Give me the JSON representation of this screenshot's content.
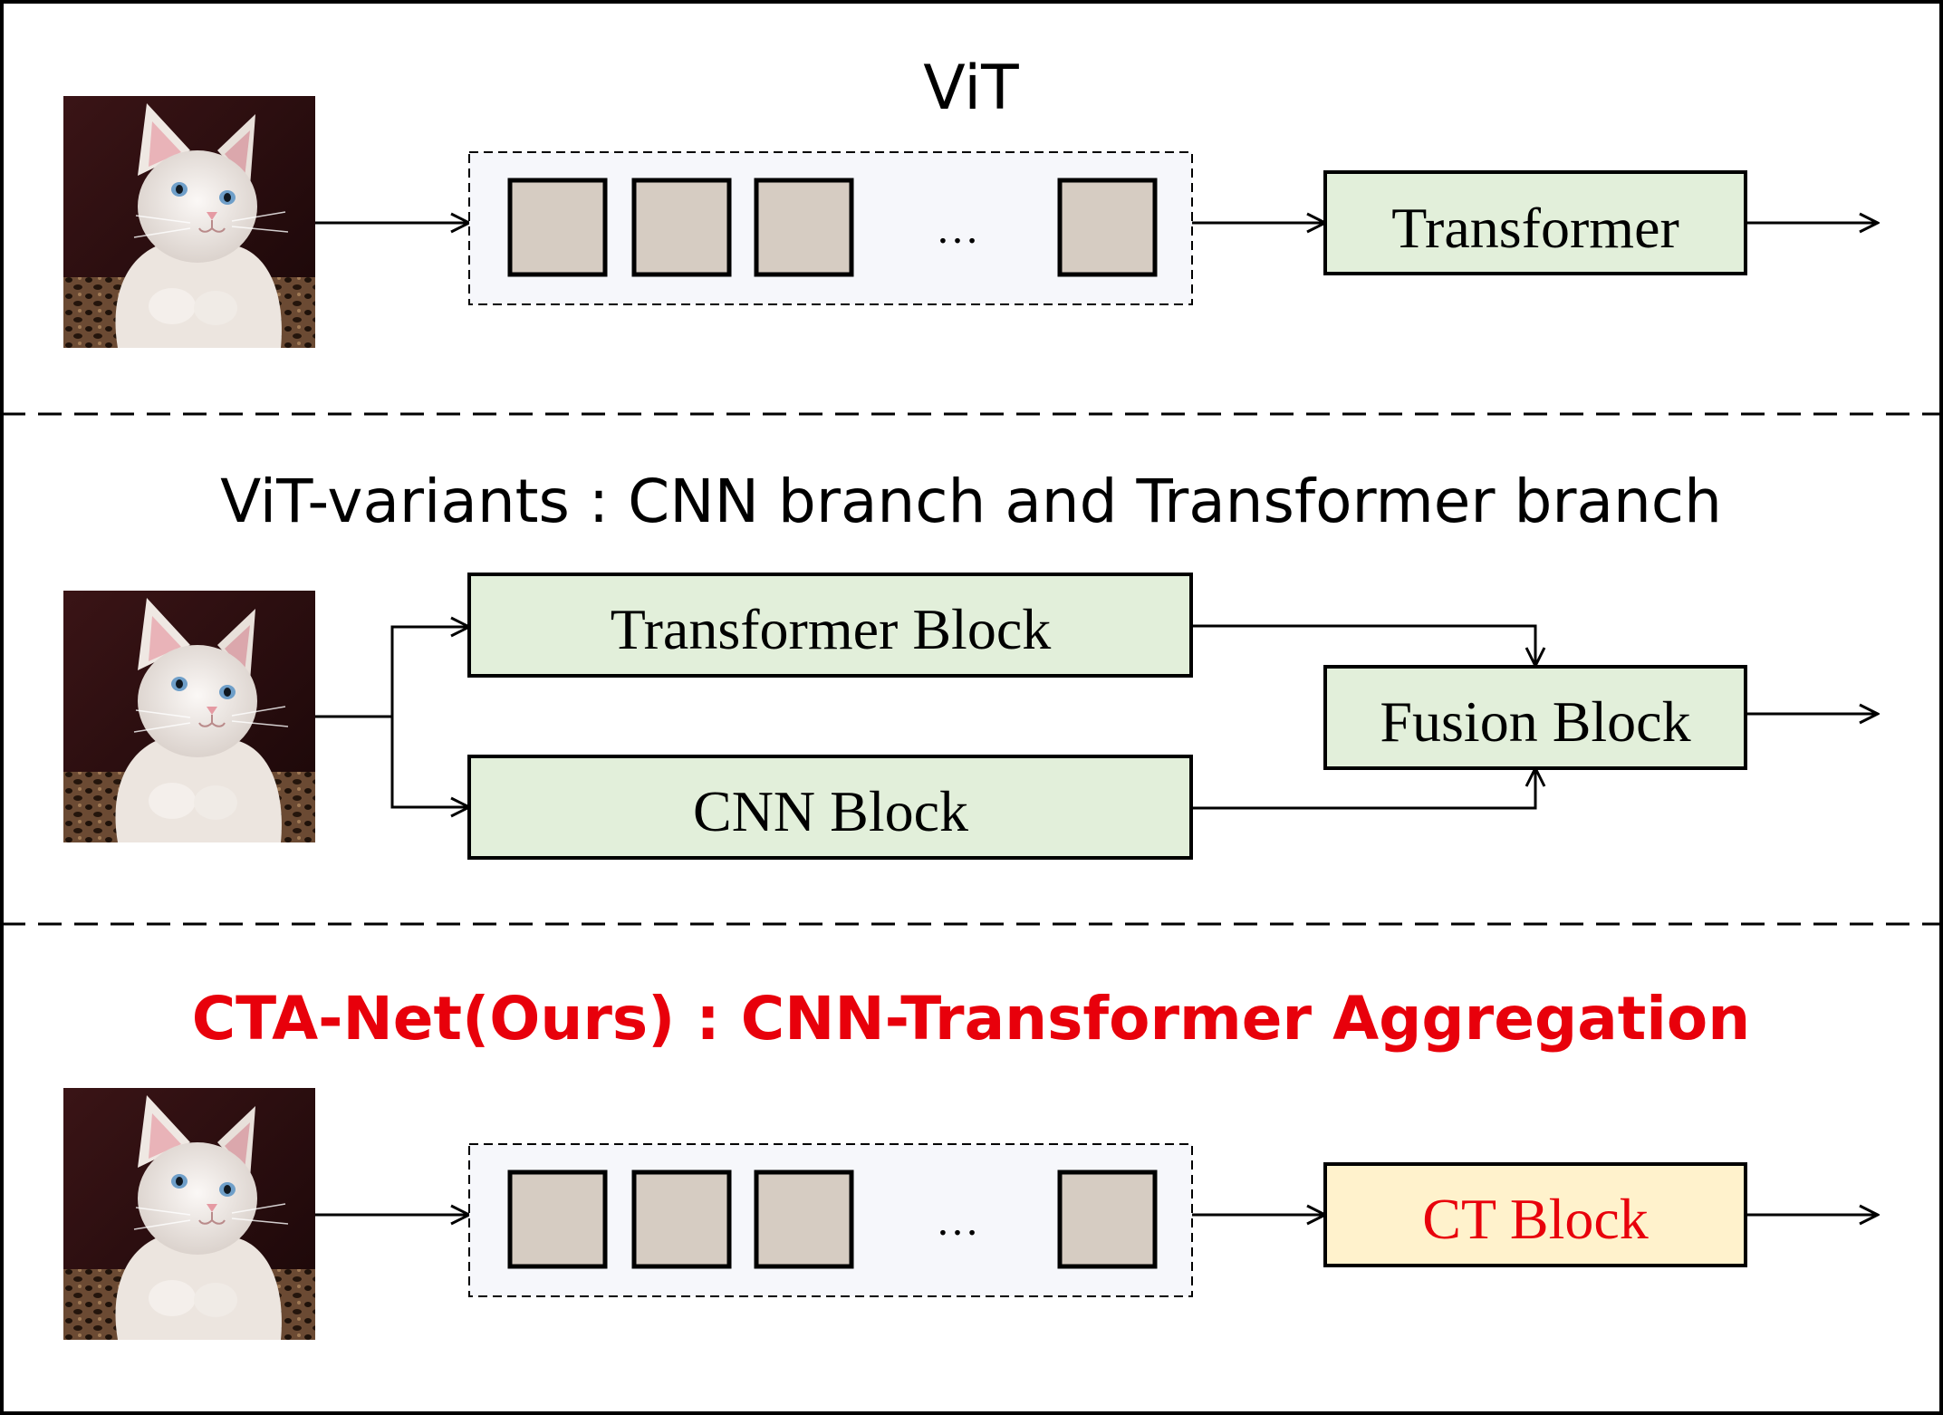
{
  "colors": {
    "frame": "#000000",
    "block_fill": "#e2efda",
    "ct_block_fill": "#fff2cc",
    "patch_fill": "#d6ccc2",
    "patch_group_fill": "#f6f7fb",
    "highlight_red": "#e8000b",
    "cat_background": "#2a0d0f",
    "cat_fur": "#f1ece8",
    "basket": "#5a3f2c"
  },
  "panels": [
    {
      "name": "vit",
      "title": "ViT",
      "image": "cat-photo",
      "patch_ellipsis": "…",
      "head_block": "Transformer"
    },
    {
      "name": "vit-variants",
      "title": "ViT-variants : CNN branch and Transformer branch",
      "image": "cat-photo",
      "upper_block": "Transformer Block",
      "lower_block": "CNN Block",
      "fusion_block": "Fusion Block"
    },
    {
      "name": "cta-net",
      "title": "CTA-Net(Ours) : CNN-Transformer Aggregation",
      "image": "cat-photo",
      "patch_ellipsis": "…",
      "head_block": "CT Block"
    }
  ]
}
